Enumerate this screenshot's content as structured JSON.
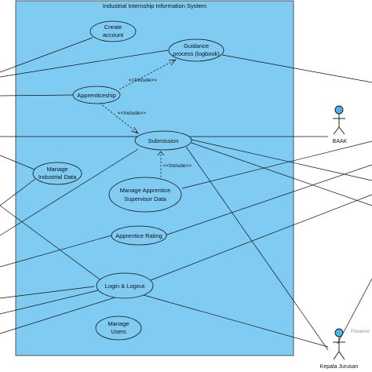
{
  "system": {
    "title": "Industrial Internship Information System",
    "background": "#7fcbf2"
  },
  "use_cases": [
    {
      "id": "create-account",
      "lines": [
        "Create",
        "account"
      ]
    },
    {
      "id": "guidance-process",
      "lines": [
        "Guidance",
        "process (logbook)"
      ]
    },
    {
      "id": "apprenticeship",
      "lines": [
        "Apprenticeship"
      ]
    },
    {
      "id": "submission",
      "lines": [
        "Submission"
      ]
    },
    {
      "id": "manage-industrial-data",
      "lines": [
        "Manage",
        "Industrial Data"
      ]
    },
    {
      "id": "manage-apprentice-supervisor-data",
      "lines": [
        "Manage Apprentice",
        "Supervisor Data"
      ]
    },
    {
      "id": "apprentice-rating",
      "lines": [
        "Apprentice Rating"
      ]
    },
    {
      "id": "login-logout",
      "lines": [
        "Login & Logout"
      ]
    },
    {
      "id": "manage-users",
      "lines": [
        "Manage",
        "Users"
      ]
    }
  ],
  "include_labels": {
    "apprenticeship_guidance": "<<Include>>",
    "apprenticeship_submission": "<<Include>>",
    "supervisor_submission": "<<Include>>"
  },
  "actors": {
    "baak": {
      "name": "BAAK",
      "icon": "stick-figure-icon"
    },
    "kepala_jurusan": {
      "name": "Kepala Jurusan",
      "icon": "stick-figure-icon"
    }
  },
  "watermark": "Powered"
}
